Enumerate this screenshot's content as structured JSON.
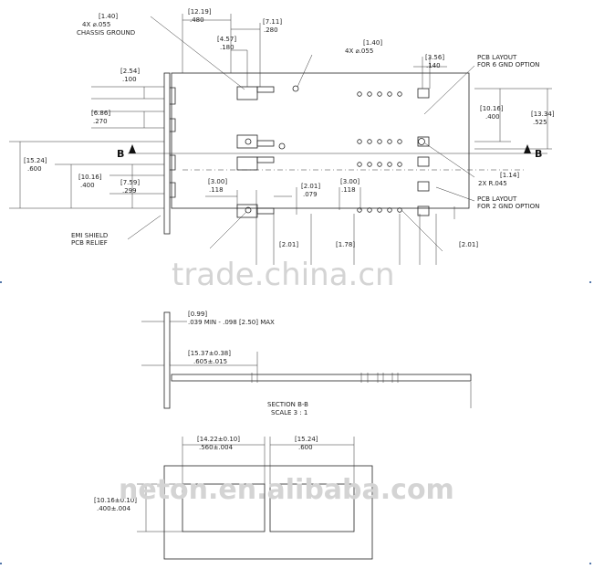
{
  "top_view": {
    "dims": {
      "d1_mm": "[1.40]",
      "d1_note1": "4X ⌀.055",
      "d1_note2": "CHASSIS GROUND",
      "d2_mm": "[12.19]",
      "d2_in": ".480",
      "d3_mm": "[7.11]",
      "d3_in": ".280",
      "d4_mm": "[4.57]",
      "d4_in": ".180",
      "d5_mm": "[1.40]",
      "d5_in": "4X ⌀.055",
      "d6_mm": "[3.56]",
      "d6_in": ".140",
      "d7_mm": "[2.54]",
      "d7_in": ".100",
      "d8_mm": "[6.86]",
      "d8_in": ".270",
      "d9_mm": "[15.24]",
      "d9_in": ".600",
      "d10_mm": "[10.16]",
      "d10_in": ".400",
      "d11_mm": "[7.59]",
      "d11_in": ".299",
      "d12_mm": "[3.00]",
      "d12_in": ".118",
      "d13_mm": "[2.01]",
      "d13_in": ".079",
      "d14_mm": "[3.00]",
      "d14_in": ".118",
      "d15_mm": "[10.16]",
      "d15_in": ".400",
      "d16_mm": "[13.34]",
      "d16_in": ".525",
      "d17_mm": "[1.14]",
      "d17_in": "2X R.045",
      "d18_mm": "[2.01]",
      "d19_mm": "[1.78]",
      "d20_mm": "[2.01]"
    },
    "notes": {
      "layout6_l1": "PCB LAYOUT",
      "layout6_l2": "FOR 6 GND OPTION",
      "layout2_l1": "PCB LAYOUT",
      "layout2_l2": "FOR 2 GND OPTION",
      "emi_l1": "EMI SHIELD",
      "emi_l2": "PCB RELIEF"
    },
    "section_marker": "B"
  },
  "section_view": {
    "d1_mm": "[0.99]",
    "d1_text": ".039 MIN - .098 [2.50] MAX",
    "d2_mm": "[15.37±0.38]",
    "d2_in": ".605±.015",
    "title": "SECTION B-B",
    "scale": "SCALE 3 : 1"
  },
  "bottom_view": {
    "d1_mm": "[14.22±0.10]",
    "d1_in": ".560±.004",
    "d2_mm": "[15.24]",
    "d2_in": ".600",
    "d3_mm": "[10.16±0.10]",
    "d3_in": ".400±.004"
  },
  "watermarks": {
    "top": "trade.china.cn",
    "bottom": "neton.en.alibaba.com"
  }
}
